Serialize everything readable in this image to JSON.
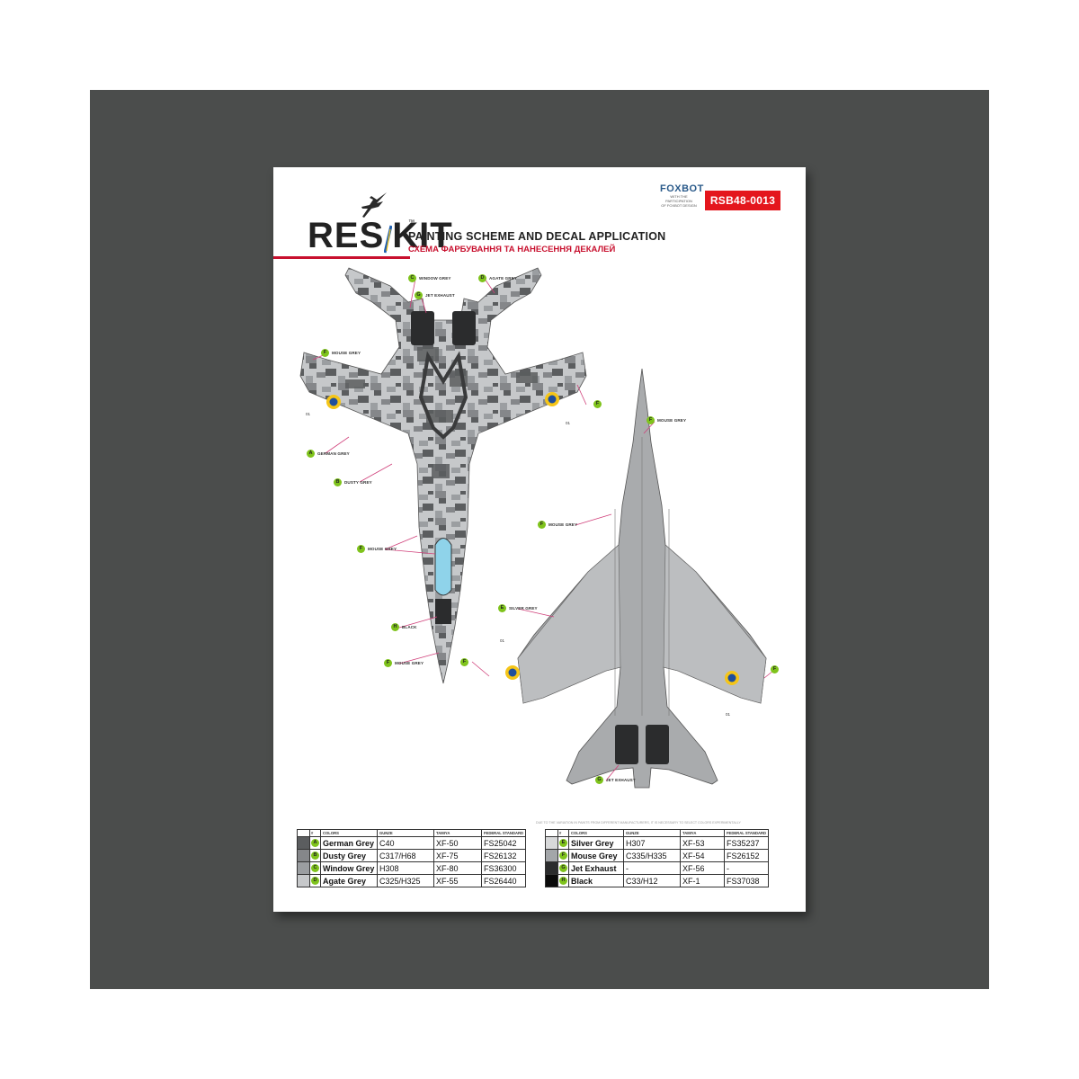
{
  "header": {
    "brand": "RES",
    "brand_suffix": "KIT",
    "trademark": "™",
    "title": "PAINTING SCHEME AND DECAL APPLICATION",
    "subtitle": "СХЕМА ФАРБУВАННЯ ТА НАНЕСЕННЯ ДЕКАЛЕЙ",
    "partner_name": "FOXBOT",
    "partner_note_1": "WITH THE PARTICIPATION",
    "partner_note_2": "OF FOXBOT DESIGN",
    "product_code": "RSB48-0013"
  },
  "top_view_callouts": [
    {
      "letter": "C",
      "label": "WINDOW GREY"
    },
    {
      "letter": "D",
      "label": "AGATE GREY"
    },
    {
      "letter": "G",
      "label": "JET EXHAUST"
    },
    {
      "letter": "F",
      "label": "MOUSE GREY"
    },
    {
      "letter": "F",
      "label": ""
    },
    {
      "letter": "A",
      "label": "GERMAN GREY"
    },
    {
      "letter": "B",
      "label": "DUSTY GREY"
    },
    {
      "letter": "F",
      "label": "MOUSE GREY"
    },
    {
      "letter": "H",
      "label": "BLACK"
    },
    {
      "letter": "F",
      "label": "MOUSE GREY"
    }
  ],
  "bottom_view_callouts": [
    {
      "letter": "F",
      "label": "MOUSE GREY"
    },
    {
      "letter": "F",
      "label": "MOUSE GREY"
    },
    {
      "letter": "E",
      "label": "SILVER GREY"
    },
    {
      "letter": "F",
      "label": ""
    },
    {
      "letter": "F",
      "label": ""
    },
    {
      "letter": "G",
      "label": "JET EXHAUST"
    }
  ],
  "decal_number": "01",
  "disclaimer": "DUE TO THE VARIATION IN PAINTS FROM DIFFERENT MANUFACTURERS, IT IS NECESSARY TO SELECT COLORS EXPERIMENTALLY",
  "color_table": {
    "headers": {
      "num": "#",
      "colors": "COLORS",
      "gunze": "GUNZE",
      "tamiya": "TAMIYA",
      "fs": "FEDERAL STANDARD"
    },
    "left": [
      {
        "letter": "A",
        "name": "German Grey",
        "gunze": "C40",
        "tamiya": "XF-50",
        "fs": "FS25042",
        "swatch": "#5b5d5f"
      },
      {
        "letter": "B",
        "name": "Dusty Grey",
        "gunze": "C317/H68",
        "tamiya": "XF-75",
        "fs": "FS26132",
        "swatch": "#85878a"
      },
      {
        "letter": "C",
        "name": "Window Grey",
        "gunze": "H308",
        "tamiya": "XF-80",
        "fs": "FS36300",
        "swatch": "#9b9ea1"
      },
      {
        "letter": "D",
        "name": "Agate Grey",
        "gunze": "C325/H325",
        "tamiya": "XF-55",
        "fs": "FS26440",
        "swatch": "#c6c8ca"
      }
    ],
    "right": [
      {
        "letter": "E",
        "name": "Silver Grey",
        "gunze": "H307",
        "tamiya": "XF-53",
        "fs": "FS35237",
        "swatch": "#d8d9da"
      },
      {
        "letter": "F",
        "name": "Mouse Grey",
        "gunze": "C335/H335",
        "tamiya": "XF-54",
        "fs": "FS26152",
        "swatch": "#a3a6a9"
      },
      {
        "letter": "G",
        "name": "Jet Exhaust",
        "gunze": "-",
        "tamiya": "XF-56",
        "fs": "-",
        "swatch": "#2b2c2d"
      },
      {
        "letter": "H",
        "name": "Black",
        "gunze": "C33/H12",
        "tamiya": "XF-1",
        "fs": "FS37038",
        "swatch": "#0a0a0a"
      }
    ]
  },
  "colors": {
    "accent_red": "#e4161d",
    "callout_green": "#7fc31c",
    "callout_line": "#d0407a",
    "roundel_blue": "#1f4e9c",
    "roundel_yellow": "#f5c518",
    "canopy": "#8fd3ea",
    "underside": "#a9abad",
    "backdrop": "#4b4d4c"
  }
}
